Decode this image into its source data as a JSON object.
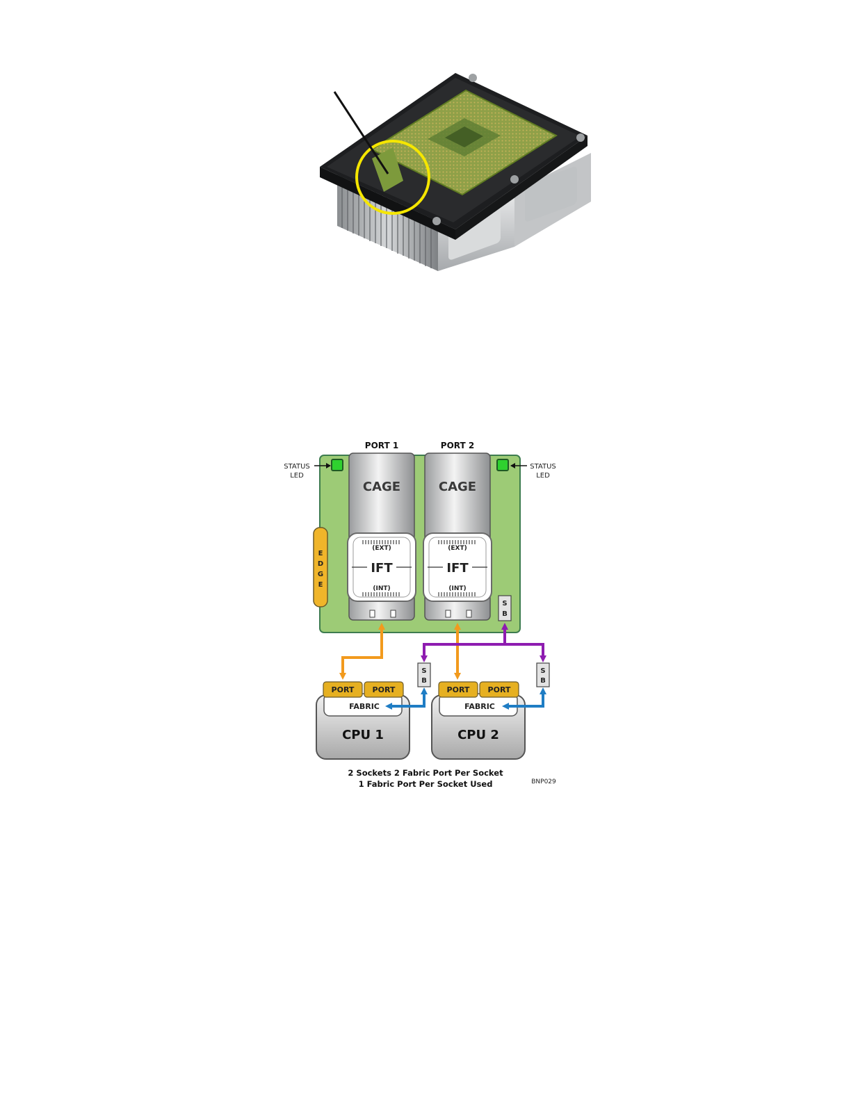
{
  "photo": {
    "callout_color": "#f5e600",
    "pointer_color": "#111111"
  },
  "diagram": {
    "ports_top": [
      "PORT 1",
      "PORT 2"
    ],
    "status_label_line1": "STATUS",
    "status_label_line2": "LED",
    "edge_letters": [
      "E",
      "D",
      "G",
      "E"
    ],
    "cage_label": "CAGE",
    "ext_label": "(EXT)",
    "ift_label": "IFT",
    "int_label": "(INT)",
    "sb_letters": [
      "S",
      "B"
    ],
    "cpu_port_label": "PORT",
    "fabric_label": "FABRIC",
    "cpus": [
      "CPU 1",
      "CPU 2"
    ],
    "caption_line1": "2 Sockets 2 Fabric Port Per Socket",
    "caption_line2": "1 Fabric Port Per Socket Used",
    "figure_id": "BNP029",
    "colors": {
      "board": "#9dcb76",
      "led": "#2fd12f",
      "edge": "#f0b52a",
      "port_yellow": "#e6b021",
      "orange_arrow": "#f29a1d",
      "purple_arrow": "#8e1cb0",
      "blue_arrow": "#1f7dc4"
    }
  }
}
